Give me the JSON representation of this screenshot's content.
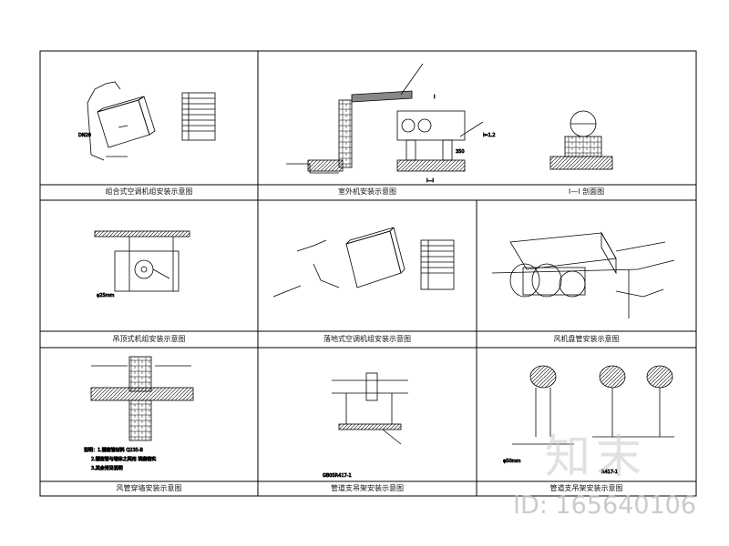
{
  "cells": [
    {
      "id": "c1",
      "caption": "组合式空调机组安装示意图"
    },
    {
      "id": "c2",
      "caption": "室外机安装示意图"
    },
    {
      "id": "c3",
      "caption": "I—I 剖面图"
    },
    {
      "id": "c4",
      "caption": "吊顶式机组安装示意图"
    },
    {
      "id": "c5",
      "caption": "落地式空调机组安装示意图"
    },
    {
      "id": "c6",
      "caption": "风机盘管安装示意图"
    },
    {
      "id": "c7",
      "caption": "风管穿墙安装示意图"
    },
    {
      "id": "c8",
      "caption": "管道支吊架安装示意图"
    },
    {
      "id": "c9",
      "caption": "管道支吊架安装示意图"
    }
  ],
  "annotations": {
    "section_mark": "I—I",
    "section_ref": "I",
    "dim_350": "350",
    "ratio": "i=1.2",
    "diameter_25": "φ25mm",
    "diameter_50": "φ50mm",
    "ref_code": "GB05R417-1",
    "ref_code_partial": "R417-1",
    "notes": [
      "说明：1.钢套管材料 Q235-B",
      "2.钢套管与墙体之间用 填塞密实",
      "3.其余详见说明"
    ]
  },
  "watermark": {
    "logo": "知末",
    "id": "ID: 165640106"
  }
}
